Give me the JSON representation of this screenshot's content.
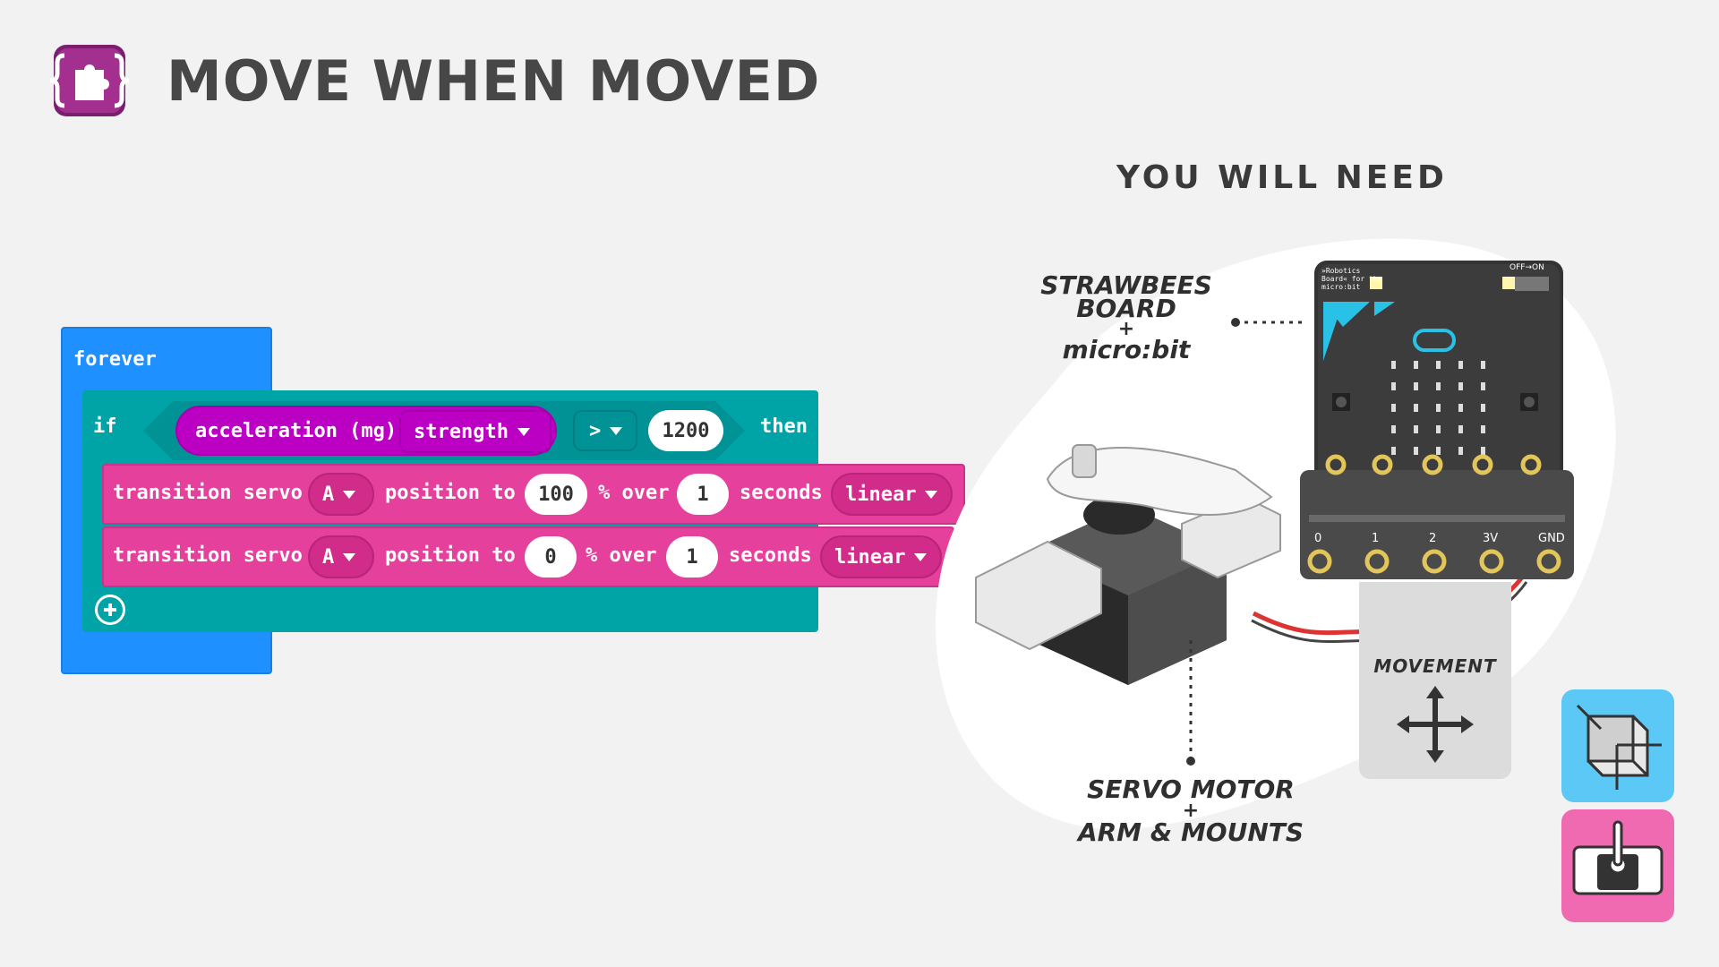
{
  "header": {
    "title": "MOVE WHEN MOVED",
    "logo_icon": "puzzle-braces-icon"
  },
  "code": {
    "forever_label": "forever",
    "if_label": "if",
    "then_label": "then",
    "condition": {
      "sensor": "acceleration (mg)",
      "dimension": "strength",
      "operator": ">",
      "threshold": "1200"
    },
    "blocks": [
      {
        "prefix": "transition servo",
        "servo": "A",
        "position_label": "position to",
        "position": "100",
        "pct_over": "% over",
        "duration": "1",
        "seconds": "seconds",
        "easing": "linear"
      },
      {
        "prefix": "transition servo",
        "servo": "A",
        "position_label": "position to",
        "position": "0",
        "pct_over": "% over",
        "duration": "1",
        "seconds": "seconds",
        "easing": "linear"
      }
    ],
    "add_icon": "plus-circle-icon"
  },
  "needs": {
    "title": "YOU WILL NEED",
    "board_line1": "STRAWBEES BOARD",
    "board_plus": "+",
    "board_line2": "micro:bit",
    "servo_line1": "SERVO MOTOR",
    "servo_plus": "+",
    "servo_line2": "ARM & MOUNTS",
    "movement_label": "MOVEMENT",
    "board_text": {
      "brand": "»Robotics Board« for the micro:bit",
      "switch": "OFF→ON",
      "pins": [
        "0",
        "1",
        "2",
        "3V",
        "GND"
      ]
    }
  },
  "colors": {
    "forever": "#1e90ff",
    "logic": "#00a4a6",
    "input": "#bb00c4",
    "servo": "#e5419c",
    "accent_blue": "#5bc8f5",
    "accent_pink": "#f06ab2",
    "logo": "#9c2a8f"
  }
}
